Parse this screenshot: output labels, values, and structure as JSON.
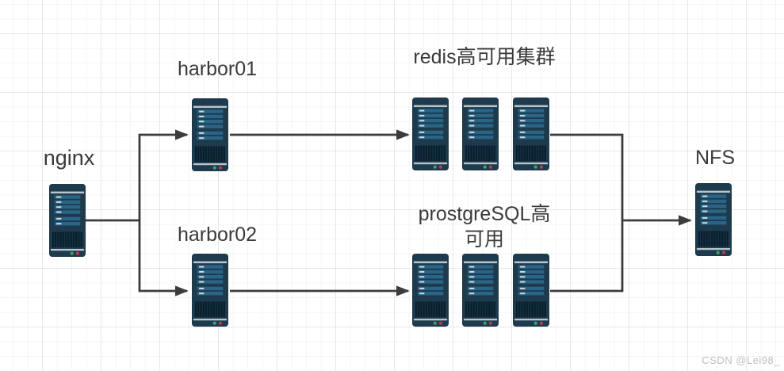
{
  "diagram": {
    "watermark": "CSDN @Lei98_",
    "nodes": {
      "nginx": {
        "label": "nginx",
        "type": "server"
      },
      "harbor01": {
        "label": "harbor01",
        "type": "server"
      },
      "harbor02": {
        "label": "harbor02",
        "type": "server"
      },
      "redis_cluster": {
        "label": "redis高可用集群",
        "server_count": 3
      },
      "postgres_cluster": {
        "label_line1": "prostgreSQL高",
        "label_line2": "可用",
        "server_count": 3
      },
      "nfs": {
        "label": "NFS",
        "type": "server"
      }
    },
    "edges": [
      {
        "from": "nginx",
        "to": "harbor01",
        "arrow": true
      },
      {
        "from": "nginx",
        "to": "harbor02",
        "arrow": true
      },
      {
        "from": "harbor01",
        "to": "redis_cluster",
        "arrow": true
      },
      {
        "from": "harbor02",
        "to": "postgres_cluster",
        "arrow": true
      },
      {
        "from": "redis_cluster",
        "to": "nfs",
        "arrow": true
      },
      {
        "from": "postgres_cluster",
        "to": "nfs",
        "arrow": true
      }
    ],
    "colors": {
      "server_body": "#1d3b4d",
      "server_bay_bar": "#2a6588",
      "server_bar_dash": "#d3dce0",
      "server_trim": "#b9c5cb",
      "server_vent_dark": "#0a1d2a",
      "led_green": "#3fa65c",
      "led_red": "#bc3a52",
      "connector": "#3c3c3c",
      "label_text": "#3a3a3a",
      "grid_minor": "#f4f4f4",
      "grid_major": "#e7e7e7",
      "background": "#ffffff"
    }
  }
}
